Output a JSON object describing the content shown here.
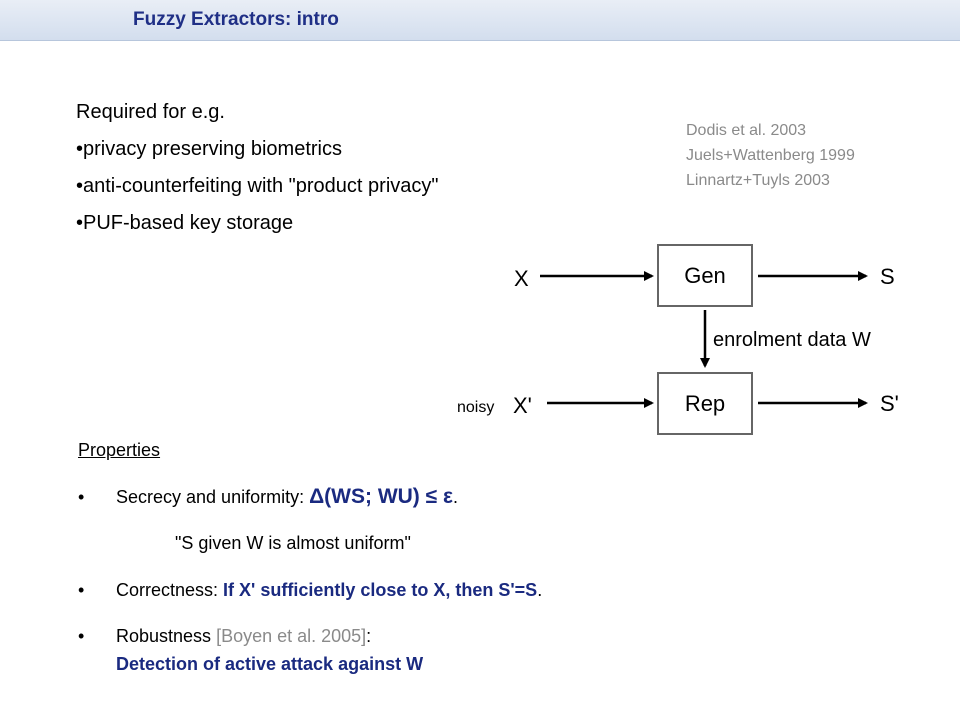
{
  "title": "Fuzzy Extractors: intro",
  "intro": {
    "heading": "Required for e.g.",
    "items": [
      "•privacy preserving biometrics",
      "•anti-counterfeiting with \"product privacy\"",
      "•PUF-based key storage"
    ]
  },
  "references": [
    "Dodis et al. 2003",
    "Juels+Wattenberg 1999",
    "Linnartz+Tuyls 2003"
  ],
  "diagram": {
    "input_x": "X",
    "gen_label": "Gen",
    "output_s": "S",
    "edge_label": "enrolment data W",
    "noisy_label": "noisy",
    "input_xprime": "X'",
    "rep_label": "Rep",
    "output_sprime": "S'"
  },
  "properties": {
    "heading": "Properties",
    "bullet": "•",
    "secrecy": {
      "label": "Secrecy and uniformity: ",
      "formula": "Δ(WS; WU) ≤ ε",
      "end": ".",
      "note": "\"S given W is almost uniform\""
    },
    "correctness": {
      "label": "Correctness: ",
      "statement": "If X' sufficiently close to X, then S'=S",
      "end": "."
    },
    "robustness": {
      "label": "Robustness ",
      "citation": "[Boyen et al. 2005]",
      "colon": ":",
      "statement": "Detection of active attack against W"
    }
  }
}
